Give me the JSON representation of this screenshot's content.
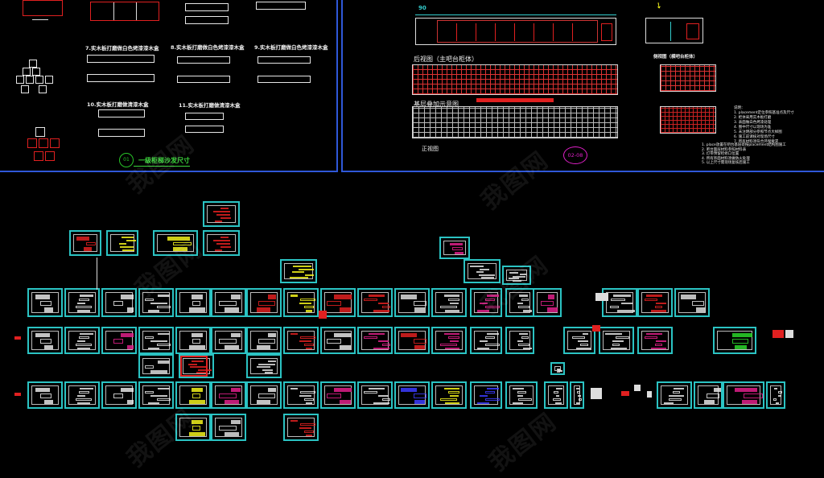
{
  "left_pane": {
    "labels": {
      "item7": "7.实木板打磨做白色烤漆漆木盒",
      "item8": "8.实木板打磨做白色烤漆漆木盒",
      "item9": "9.实木板打磨做白色烤漆漆木盒",
      "item10": "10.实木板打磨做清漆木盒",
      "item11": "11.实木板打磨做清漆木盒",
      "footer_num": "01",
      "footer_title": "一级柜梯沙发尺寸"
    }
  },
  "right_pane": {
    "labels": {
      "dim_top": "90",
      "back_view": "后视图（主吧台柜体）",
      "side_view": "侧视图（横吧台柜体）",
      "base_view": "基层叠加示意图",
      "front_view": "正视图",
      "sheet_code": "02-08"
    },
    "notes": [
      "说明：",
      "1. placement定位参照基准点及尺寸",
      "2. 柜体采用实木板打磨",
      "3. 表面做白色烤漆处理",
      "4. 图中尺寸以现场为准",
      "5. 未注明部分参照节点大样图",
      "6. 施工前请核对现场尺寸",
      "7. 所有材料须符合环保要求"
    ],
    "bottom_notes": [
      "1. place放置在吧台基层处按placement结构图施工",
      "2. 吧台面层材料参照材料表",
      "3. 灯带预留检修口位置",
      "4. 所有饰面材料须做防火处理",
      "5. 以上尺寸需现场复核后施工",
      "6. 其他未尽事项参照设计总说明"
    ]
  },
  "watermark": "我图网",
  "colors": {
    "background": "#000000",
    "frame_blue": "#2f58d8",
    "sheet_border": "#2bc3c3",
    "accent_red": "#e02020",
    "accent_magenta": "#e0208a",
    "accent_yellow": "#f2f21c"
  },
  "sheets_overview": {
    "rows": 4,
    "description_icons": [
      "drawing-sheet-icon"
    ]
  }
}
